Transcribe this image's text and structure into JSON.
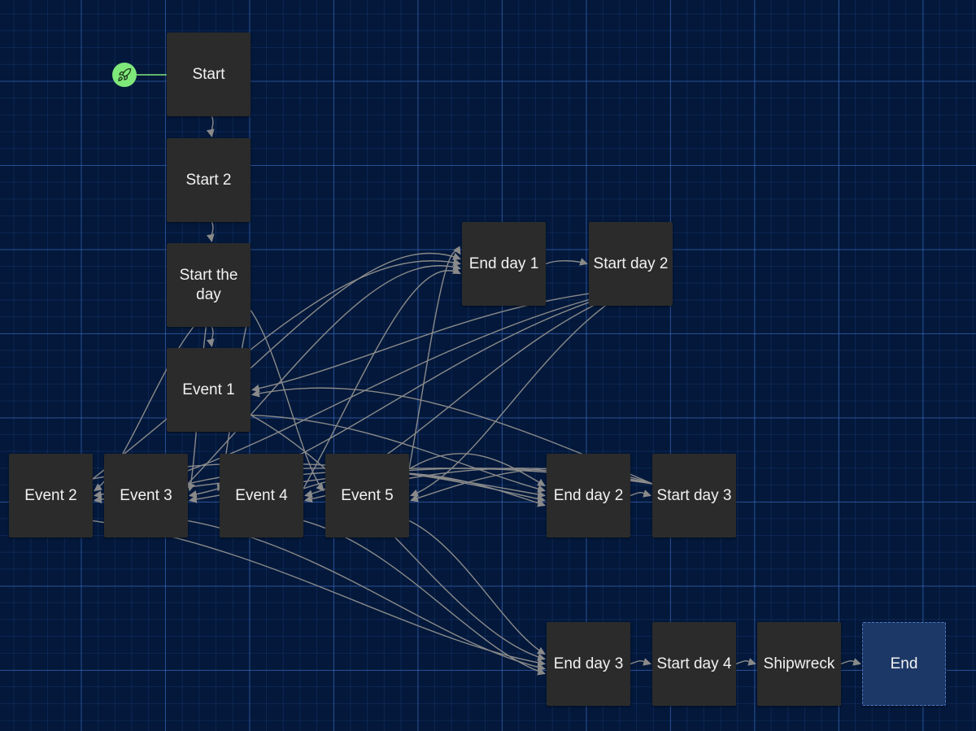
{
  "canvas": {
    "background": "#03183a",
    "grid_color": "#3c6ec8",
    "edge_color": "#8a8a8a",
    "node_color": "#2b2b2b",
    "end_node_color": "#1c3866",
    "start_marker_color": "#7fe87a"
  },
  "start_marker": {
    "icon": "rocket-icon"
  },
  "nodes": {
    "start": "Start",
    "start2": "Start 2",
    "start_the_day": "Start the day",
    "event1": "Event 1",
    "end_day1": "End day 1",
    "start_day2": "Start day 2",
    "event2": "Event 2",
    "event3": "Event 3",
    "event4": "Event 4",
    "event5": "Event 5",
    "end_day2": "End day 2",
    "start_day3": "Start day 3",
    "end_day3": "End day 3",
    "start_day4": "Start day 4",
    "shipwreck": "Shipwreck",
    "end": "End"
  },
  "edges": [
    {
      "from": "start",
      "to": "start2"
    },
    {
      "from": "start2",
      "to": "start_the_day"
    },
    {
      "from": "start_the_day",
      "to": "event1"
    },
    {
      "from": "start_the_day",
      "to": "event2"
    },
    {
      "from": "start_the_day",
      "to": "event3"
    },
    {
      "from": "start_the_day",
      "to": "event4"
    },
    {
      "from": "start_the_day",
      "to": "event5"
    },
    {
      "from": "event1",
      "to": "end_day1"
    },
    {
      "from": "event2",
      "to": "end_day1"
    },
    {
      "from": "event3",
      "to": "end_day1"
    },
    {
      "from": "event4",
      "to": "end_day1"
    },
    {
      "from": "event5",
      "to": "end_day1"
    },
    {
      "from": "end_day1",
      "to": "start_day2"
    },
    {
      "from": "start_day2",
      "to": "event1"
    },
    {
      "from": "start_day2",
      "to": "event2"
    },
    {
      "from": "start_day2",
      "to": "event3"
    },
    {
      "from": "start_day2",
      "to": "event4"
    },
    {
      "from": "start_day2",
      "to": "event5"
    },
    {
      "from": "event1",
      "to": "end_day2"
    },
    {
      "from": "event2",
      "to": "end_day2"
    },
    {
      "from": "event3",
      "to": "end_day2"
    },
    {
      "from": "event4",
      "to": "end_day2"
    },
    {
      "from": "event5",
      "to": "end_day2"
    },
    {
      "from": "end_day2",
      "to": "start_day3"
    },
    {
      "from": "start_day3",
      "to": "event1"
    },
    {
      "from": "start_day3",
      "to": "event2"
    },
    {
      "from": "start_day3",
      "to": "event3"
    },
    {
      "from": "start_day3",
      "to": "event4"
    },
    {
      "from": "start_day3",
      "to": "event5"
    },
    {
      "from": "event1",
      "to": "end_day3"
    },
    {
      "from": "event2",
      "to": "end_day3"
    },
    {
      "from": "event3",
      "to": "end_day3"
    },
    {
      "from": "event4",
      "to": "end_day3"
    },
    {
      "from": "event5",
      "to": "end_day3"
    },
    {
      "from": "end_day3",
      "to": "start_day4"
    },
    {
      "from": "start_day4",
      "to": "shipwreck"
    },
    {
      "from": "shipwreck",
      "to": "end"
    }
  ]
}
